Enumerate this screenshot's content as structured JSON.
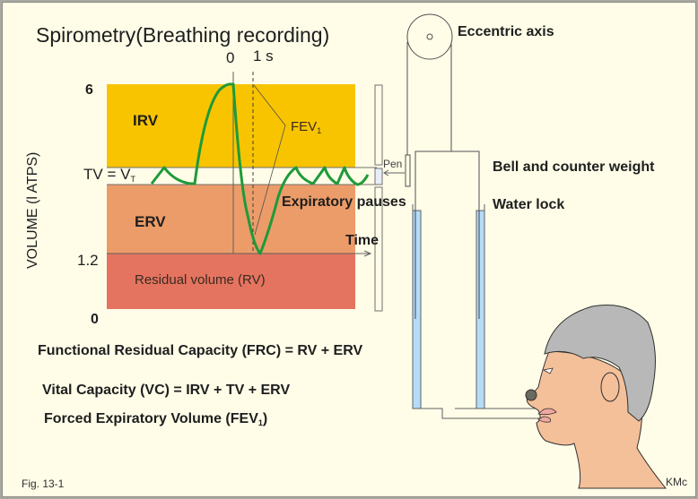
{
  "title": "Spirometry(Breathing recording)",
  "chart": {
    "y_axis_label": "VOLUME (l ATPS)",
    "y_ticks": [
      "6",
      "1.2",
      "0"
    ],
    "tv_label_prefix": "TV = V",
    "tv_label_sub": "T",
    "time_markers": [
      "0",
      "1 s"
    ],
    "zones": {
      "irv": "IRV",
      "erv": "ERV",
      "rv": "Residual volume (RV)"
    },
    "fev_label": "FEV",
    "fev_sub": "1",
    "expiratory_pauses": "Expiratory pauses",
    "time_label": "Time",
    "colors": {
      "irv": "#f8c400",
      "erv": "#ec9c68",
      "rv": "#e47460",
      "tv_band": "#fffde8",
      "trace": "#1e9a3a",
      "water": "#b4dcf8"
    }
  },
  "apparatus": {
    "eccentric_axis": "Eccentric axis",
    "pen": "Pen",
    "bell": "Bell and counter weight",
    "water_lock": "Water lock"
  },
  "formulas": {
    "frc": "Functional Residual Capacity (FRC) = RV + ERV",
    "vc": "Vital Capacity (VC) = IRV + TV + ERV",
    "fev_prefix": "Forced Expiratory Volume (FEV",
    "fev_sub": "1",
    "fev_suffix": ")"
  },
  "footer": {
    "fig": "Fig. 13-1",
    "author": "KMc"
  }
}
